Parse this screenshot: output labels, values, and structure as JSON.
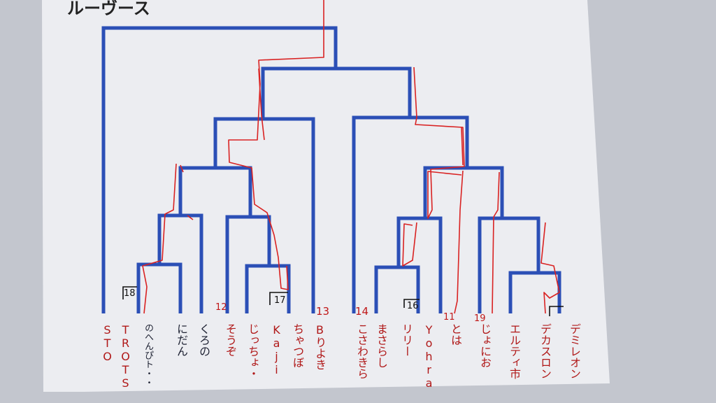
{
  "heading": "ルーヴース",
  "colors": {
    "paper": "#ebedf0",
    "bracket": "#2b4fb6",
    "winner_line": "#d92222",
    "label": "#b01818"
  },
  "participants": [
    {
      "name": "STO"
    },
    {
      "name": "TROTS"
    },
    {
      "name": "のへんぴト・・"
    },
    {
      "name": "にだん"
    },
    {
      "name": "くろの"
    },
    {
      "name": "そうぞ"
    },
    {
      "name": "じっちょ・"
    },
    {
      "name": "Kaji"
    },
    {
      "name": "ちゃつぼ"
    },
    {
      "name": "Bりよき"
    },
    {
      "name": "こさわきら"
    },
    {
      "name": "まさらし"
    },
    {
      "name": "リリー"
    },
    {
      "name": "Yohra"
    },
    {
      "name": "とは"
    },
    {
      "name": "じょにお"
    },
    {
      "name": "エルティ市"
    },
    {
      "name": "デカスロン"
    },
    {
      "name": "デミレオン"
    }
  ],
  "seed_numbers": [
    {
      "text": "18"
    },
    {
      "text": "12"
    },
    {
      "text": "17"
    },
    {
      "text": "13"
    },
    {
      "text": "14"
    },
    {
      "text": "16"
    },
    {
      "text": "11"
    },
    {
      "text": "19"
    }
  ]
}
